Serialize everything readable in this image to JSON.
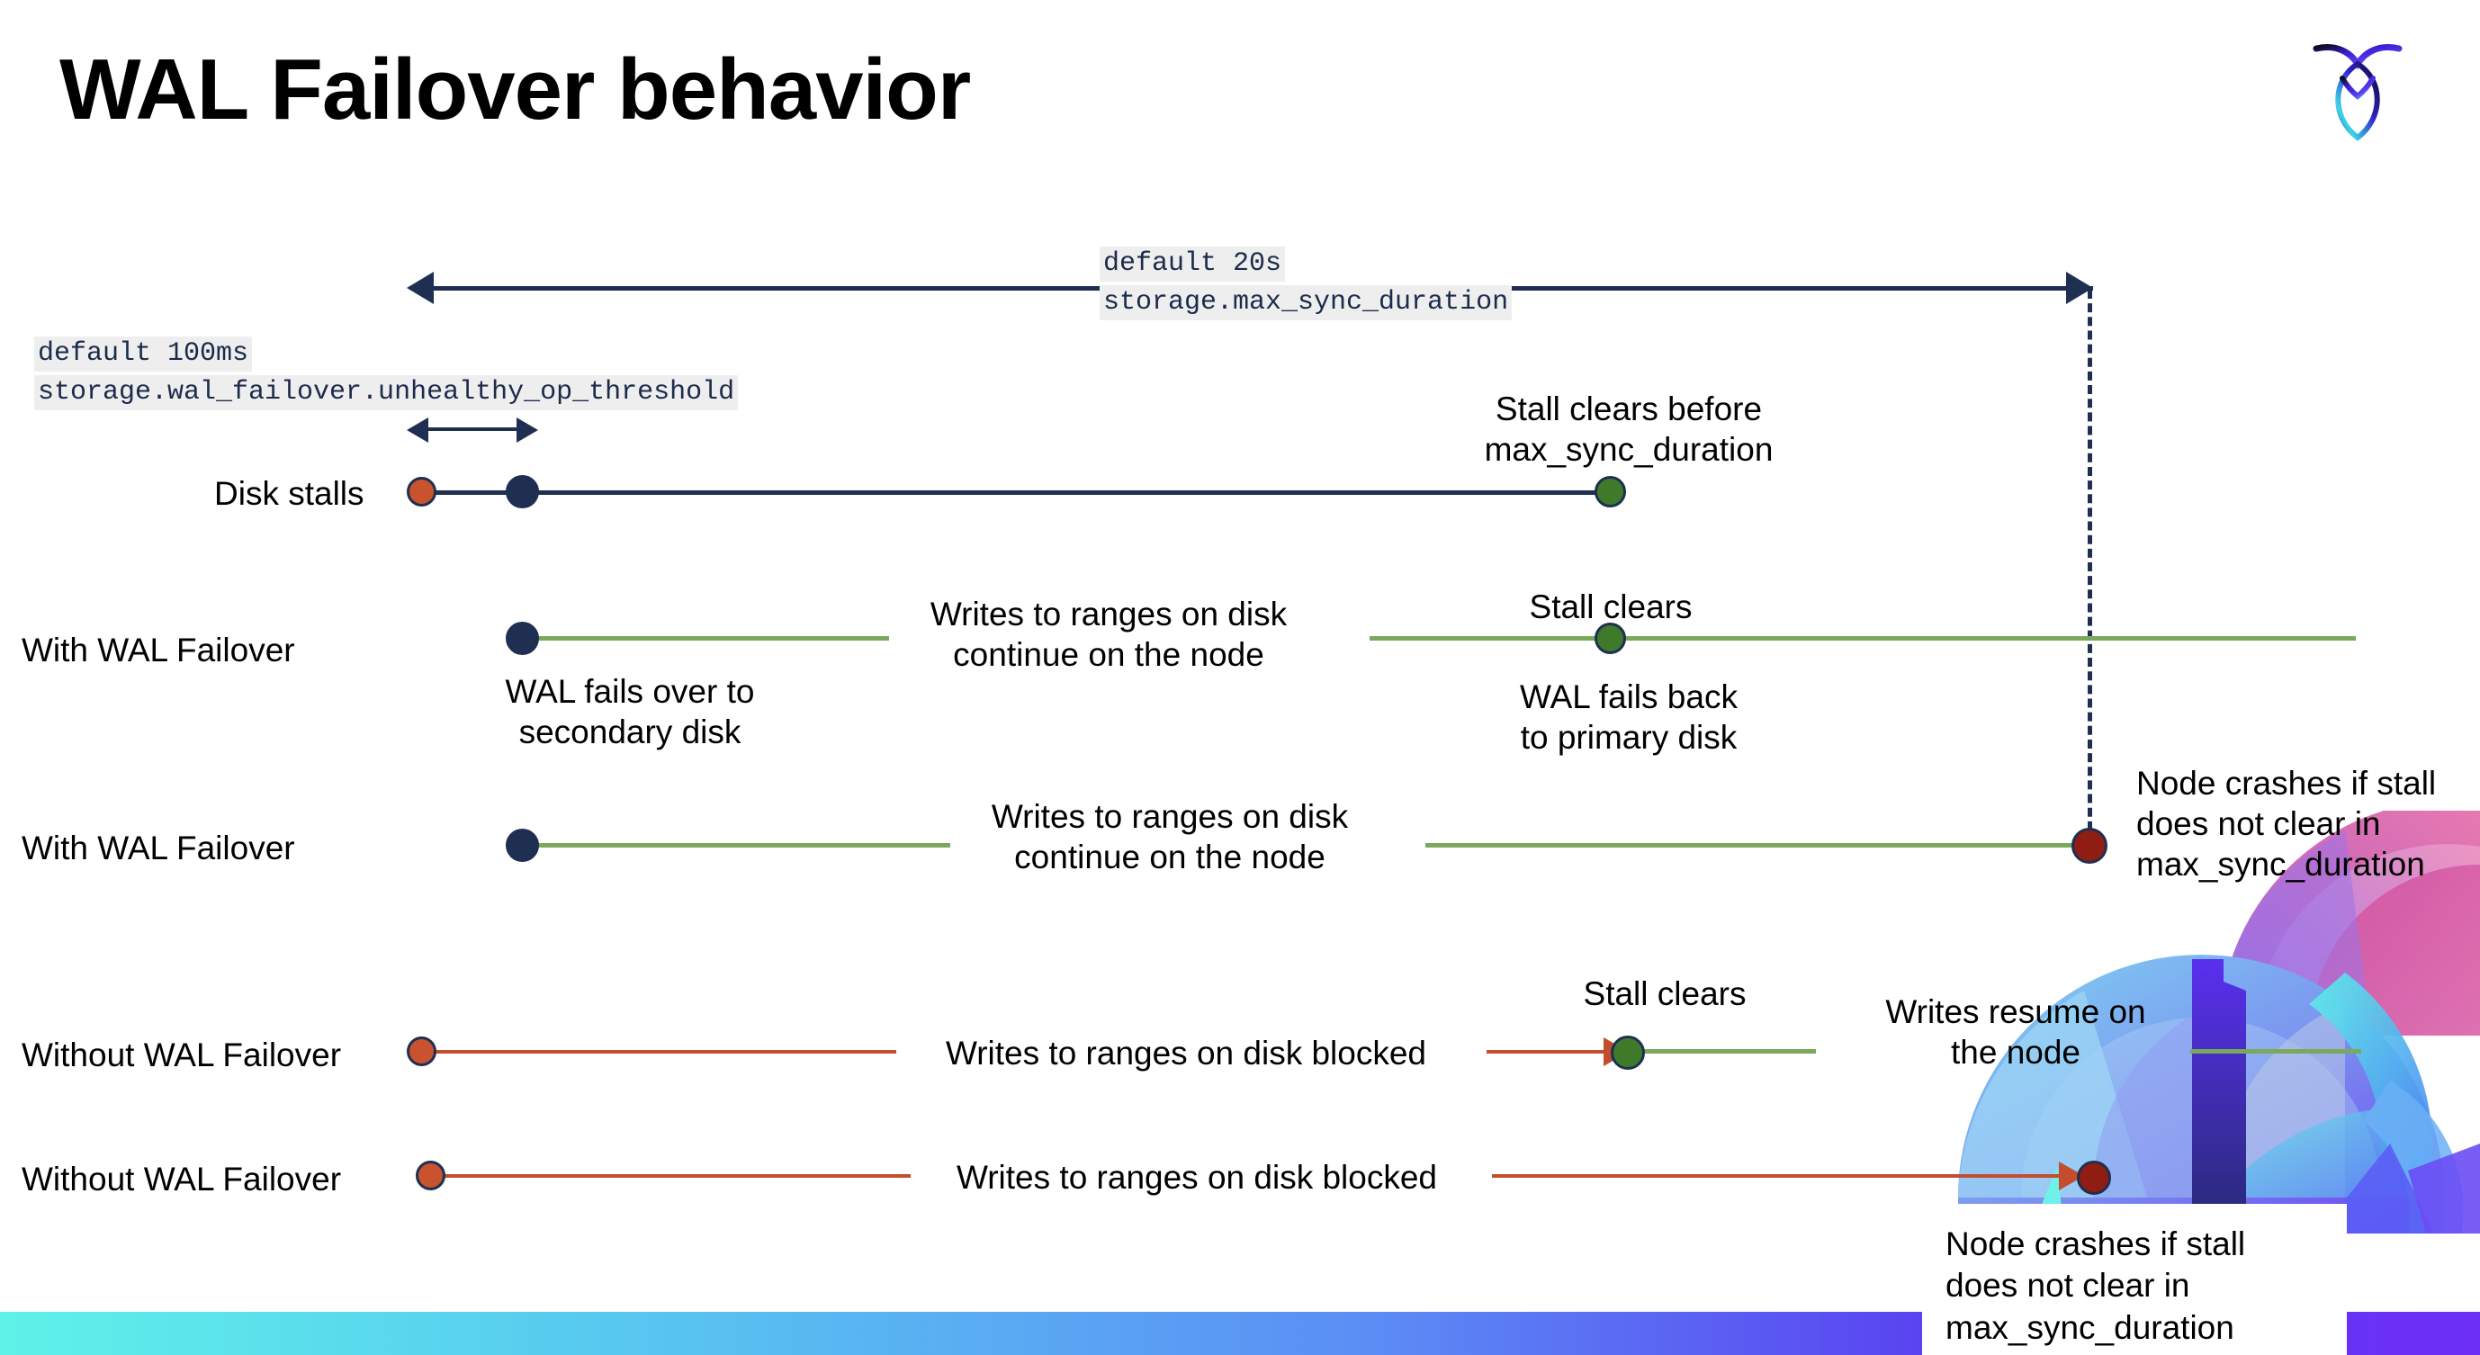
{
  "slide": {
    "title": "WAL Failover behavior",
    "logo_name": "cockroachdb-logo"
  },
  "settings": {
    "max_sync": {
      "default_line": "default 20s",
      "name_line": "storage.max_sync_duration"
    },
    "unhealthy": {
      "default_line": "default 100ms",
      "name_line": "storage.wal_failover.unhealthy_op_threshold"
    }
  },
  "rows": [
    {
      "id": "disk-stalls",
      "label": "Disk stalls"
    },
    {
      "id": "with-wal-failover-1",
      "label": "With WAL Failover"
    },
    {
      "id": "with-wal-failover-2",
      "label": "With WAL Failover"
    },
    {
      "id": "without-wal-failover-1",
      "label": "Without WAL Failover"
    },
    {
      "id": "without-wal-failover-2",
      "label": "Without WAL Failover"
    }
  ],
  "annotations": {
    "stall_clears_before": "Stall clears before\nmax_sync_duration",
    "stall_clears": "Stall clears",
    "writes_continue": "Writes to ranges on disk\ncontinue on the node",
    "wal_fails_over": "WAL fails over to\nsecondary disk",
    "wal_fails_back": "WAL fails  back\nto primary disk",
    "node_crashes": "Node crashes if stall\ndoes not clear in\nmax_sync_duration",
    "writes_blocked": "Writes to ranges on disk  blocked",
    "writes_resume": "Writes resume on\nthe node"
  },
  "colors": {
    "navy": "#1e2f52",
    "green_line": "#7aa95c",
    "green_dot": "#3e7a2a",
    "red_line": "#c24e2e",
    "red_dot": "#8f1d12",
    "orange_dot": "#c9532e",
    "chip_bg": "#eeeeee",
    "bottom_bar_from": "#5ef2e8",
    "bottom_bar_to": "#6d2ff5"
  }
}
